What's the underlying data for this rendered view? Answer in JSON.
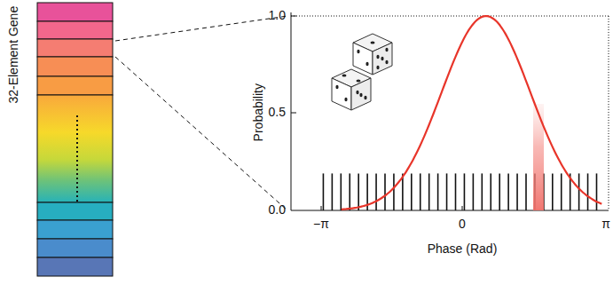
{
  "diagram": {
    "labels": [
      "32-Element Gene",
      "1.0",
      "0.5",
      "0.0",
      "−π",
      "0",
      "π",
      "Probability",
      "Phase (Rad)"
    ]
  }
}
